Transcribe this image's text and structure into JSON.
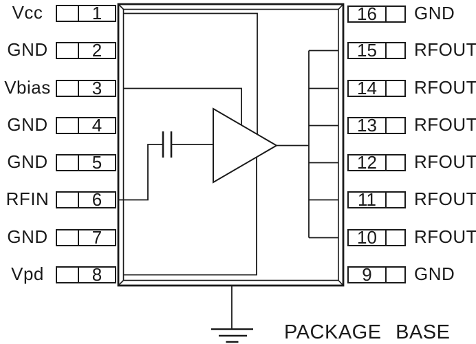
{
  "diagram": {
    "type": "ic-pinout-schematic",
    "package_base_label": "PACKAGE BASE",
    "colors": {
      "line": "#1a1a1a",
      "background": "#ffffff"
    }
  },
  "pins_left": [
    {
      "number": "1",
      "label": "Vcc"
    },
    {
      "number": "2",
      "label": "GND"
    },
    {
      "number": "3",
      "label": "Vbias"
    },
    {
      "number": "4",
      "label": "GND"
    },
    {
      "number": "5",
      "label": "GND"
    },
    {
      "number": "6",
      "label": "RFIN"
    },
    {
      "number": "7",
      "label": "GND"
    },
    {
      "number": "8",
      "label": "Vpd"
    }
  ],
  "pins_right": [
    {
      "number": "16",
      "label": "GND"
    },
    {
      "number": "15",
      "label": "RFOUT"
    },
    {
      "number": "14",
      "label": "RFOUT"
    },
    {
      "number": "13",
      "label": "RFOUT"
    },
    {
      "number": "12",
      "label": "RFOUT"
    },
    {
      "number": "11",
      "label": "RFOUT"
    },
    {
      "number": "10",
      "label": "RFOUT"
    },
    {
      "number": "9",
      "label": "GND"
    }
  ],
  "symbols": {
    "amplifier": "amplifier-triangle",
    "capacitor": "dc-block-capacitor",
    "ground": "earth-ground-symbol"
  }
}
